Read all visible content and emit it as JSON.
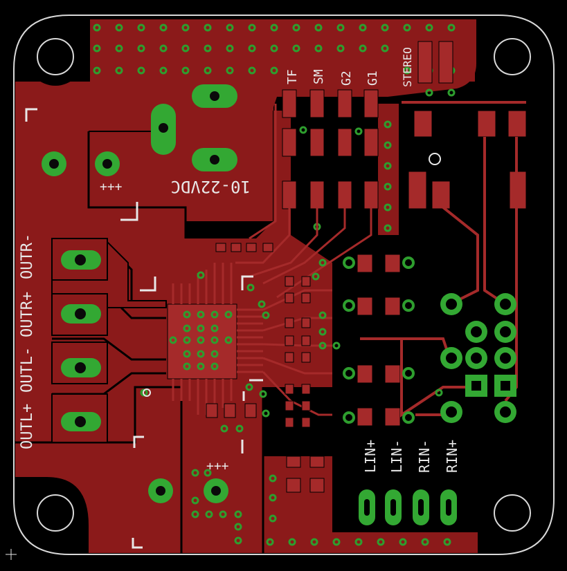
{
  "colors": {
    "background": "#000000",
    "copper": "#8b1a1a",
    "copper_dark": "#6e1414",
    "trace": "#a52a2a",
    "via_ring": "#2e9e2e",
    "pad_green": "#33a833",
    "silk": "#e8e8e8",
    "outline": "#d9d9d9",
    "via_hole": "#0a0a0a"
  },
  "labels": {
    "power_input": "10-22VDC",
    "power_plus_top": "+++",
    "power_plus_bottom": "+++",
    "outputs": [
      "OUTL+",
      "OUTL-",
      "OUTR+",
      "OUTR-"
    ],
    "inputs": [
      "LIN+",
      "LIN-",
      "RIN-",
      "RIN+"
    ],
    "jumpers": [
      "TF",
      "SM",
      "G2",
      "G1"
    ],
    "stereo": "STEREO"
  }
}
